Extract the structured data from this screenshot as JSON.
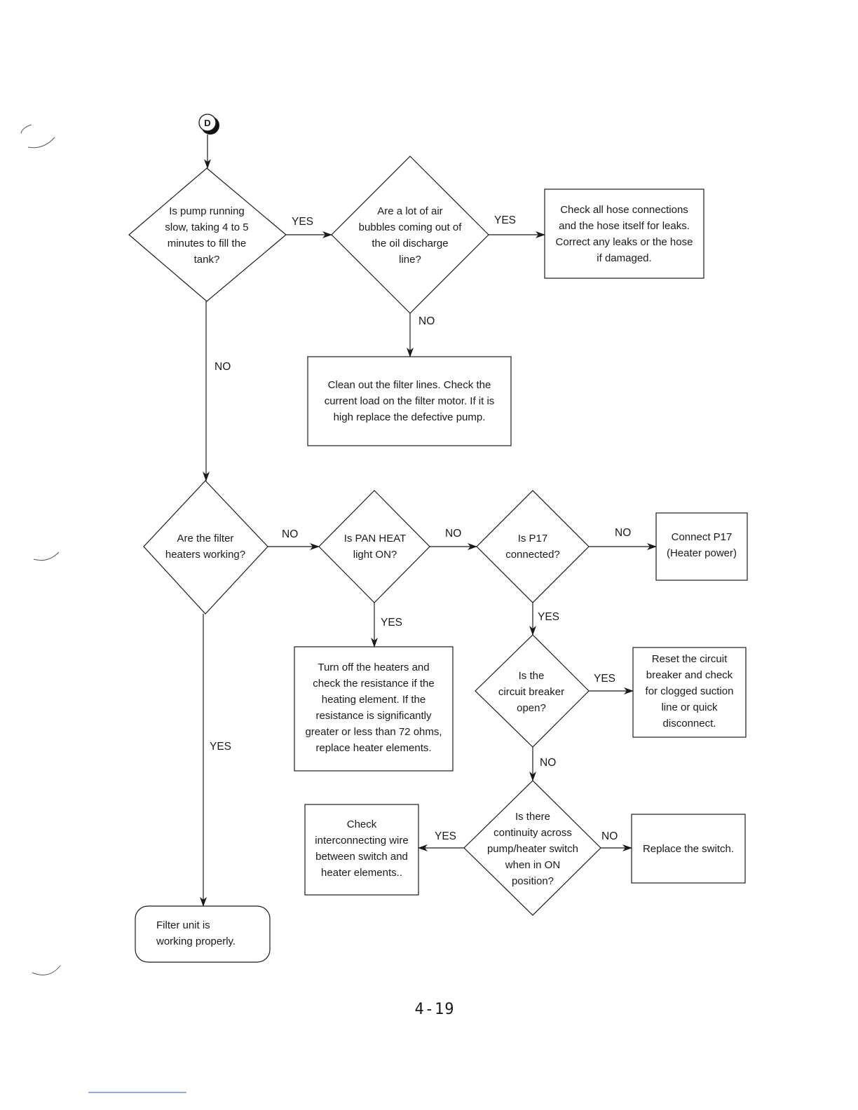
{
  "connector": {
    "label": "D"
  },
  "nodes": {
    "d1": "Is pump running\nslow, taking 4 to 5\nminutes to fill the\ntank?",
    "d2": "Are a lot of air\nbubbles coming out of\nthe oil discharge\nline?",
    "r1": "Check all hose connections\nand the hose itself for leaks.\nCorrect any leaks or the hose\nif damaged.",
    "r2": "Clean out the filter lines.  Check the\ncurrent load on the filter motor.  If it is\nhigh replace the defective pump.",
    "d3": "Are the filter\nheaters working?",
    "d4": "Is PAN HEAT\nlight ON?",
    "d5": "Is P17\nconnected?",
    "r3": "Connect P17\n(Heater power)",
    "r4": "Turn off the heaters and\ncheck the resistance if the\nheating element.  If the\nresistance is significantly\ngreater or less than 72 ohms,\nreplace heater elements.",
    "d6": "Is the\ncircuit breaker\nopen?",
    "r5": "Reset the circuit\nbreaker and check\nfor clogged suction\nline or quick\ndisconnect.",
    "d7": "Is there\ncontinuity across\npump/heater switch\nwhen in ON\nposition?",
    "r6": "Check\ninterconnecting wire\nbetween switch and\nheater elements..",
    "r7": "Replace the switch.",
    "end": "Filter unit is\nworking properly."
  },
  "edge_labels": {
    "d1_yes": "YES",
    "d2_yes": "YES",
    "d2_no": "NO",
    "d1_no": "NO",
    "d3_no": "NO",
    "d4_no": "NO",
    "d5_no": "NO",
    "d4_yes": "YES",
    "d5_yes": "YES",
    "d6_yes": "YES",
    "d3_yes": "YES",
    "d6_no": "NO",
    "d7_yes": "YES",
    "d7_no": "NO"
  },
  "page_number": "4-19"
}
